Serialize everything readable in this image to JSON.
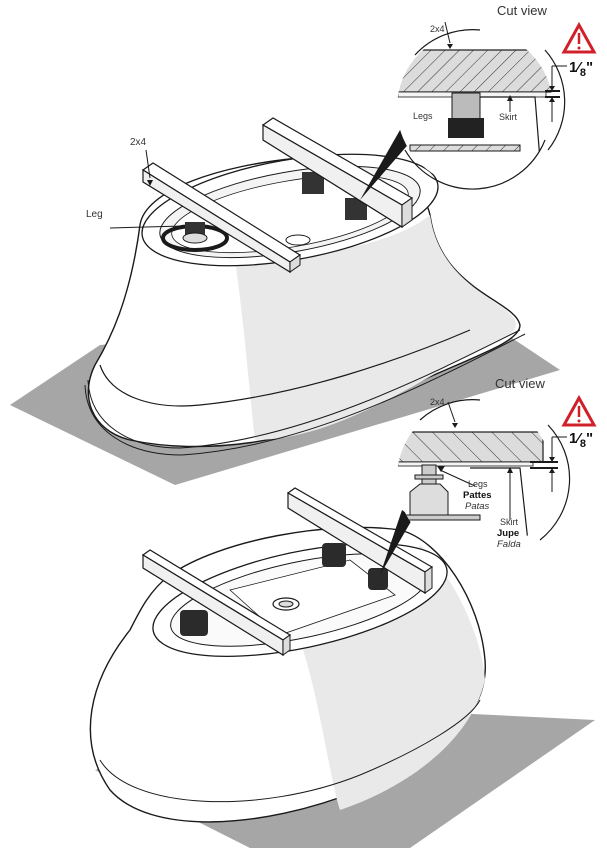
{
  "diagram": {
    "top_figure": {
      "board_label": "2x4",
      "leg_label": "Leg",
      "cut_view": {
        "title": "Cut view",
        "board_label": "2x4",
        "legs_label": "Legs",
        "skirt_label": "Skirt",
        "gap_measure": "1/8\"",
        "gap_numerator": "1",
        "gap_denominator": "8",
        "gap_unit": "\"",
        "warning_icon": "warning-triangle"
      }
    },
    "bottom_figure": {
      "cut_view": {
        "title": "Cut view",
        "board_label": "2x4",
        "legs_label_en": "Legs",
        "legs_label_fr": "Pattes",
        "legs_label_es": "Patas",
        "skirt_label_en": "Skirt",
        "skirt_label_fr": "Jupe",
        "skirt_label_es": "Falda",
        "gap_measure": "1/8\"",
        "gap_numerator": "1",
        "gap_denominator": "8",
        "gap_unit": "\"",
        "warning_icon": "warning-triangle"
      }
    },
    "colors": {
      "floor": "#a6a6a6",
      "shade": "#e9e9e9",
      "line": "#1a1a1a",
      "warning": "#d0202a",
      "hatch_fill": "#dcdcdc"
    }
  }
}
